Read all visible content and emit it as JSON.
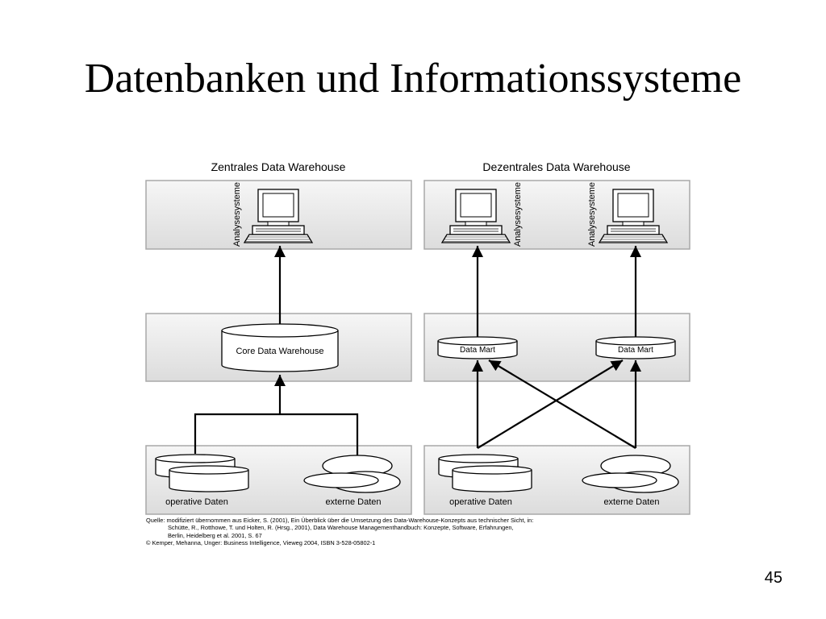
{
  "slide": {
    "title": "Datenbanken und Informationssysteme",
    "page_number": "45"
  },
  "figure": {
    "central": {
      "heading": "Zentrales Data Warehouse",
      "analysis_label": "Analysesysteme",
      "core_label": "Core Data Warehouse",
      "operative_label": "operative Daten",
      "external_label": "externe Daten"
    },
    "decentral": {
      "heading": "Dezentrales Data Warehouse",
      "analysis_label_1": "Analysesysteme",
      "analysis_label_2": "Analysesysteme",
      "mart_label_1": "Data Mart",
      "mart_label_2": "Data Mart",
      "operative_label": "operative Daten",
      "external_label": "externe Daten"
    }
  },
  "source": {
    "line1": "Quelle: modifiziert übernommen aus Eicker, S. (2001), Ein Überblick über die Umsetzung des Data-Warehouse-Konzepts aus technischer Sicht, in:",
    "line2": "Schütte, R., Rotthowe, T. und Holten, R. (Hrsg., 2001), Data Warehouse Managementhandbuch: Konzepte, Software, Erfahrungen,",
    "line3": "Berlin, Heidelberg et al. 2001, S. 67",
    "line4": "© Kemper, Mehanna, Unger: Business Intelligence, Vieweg 2004, ISBN 3-528-05802-1"
  }
}
